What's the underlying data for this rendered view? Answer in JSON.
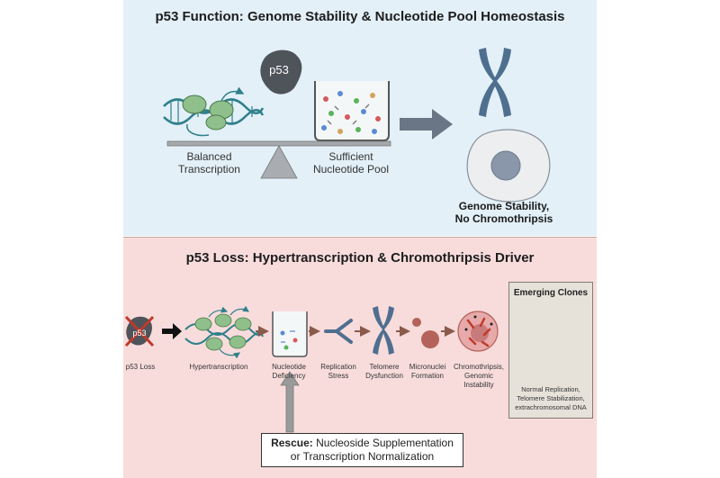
{
  "top": {
    "title": "p53 Function: Genome Stability & Nucleotide Pool Homeostasis",
    "p53_label": "p53",
    "left_label": [
      "Balanced",
      "Transcription"
    ],
    "right_label": [
      "Sufficient",
      "Nucleotide Pool"
    ],
    "outcome_label": [
      "Genome Stability,",
      "No Chromothripsis"
    ]
  },
  "bottom": {
    "title": "p53 Loss: Hypertranscription & Chromothripsis Driver",
    "p53_label": "p53",
    "steps": {
      "p53_loss": [
        "p53 Loss"
      ],
      "hypertranscription": [
        "Hypertranscription"
      ],
      "nucleotide_deficiency": [
        "Nucleotide",
        "Deficiency"
      ],
      "replication_stress": [
        "Replication",
        "Stress"
      ],
      "telomere_dysfunction": [
        "Telomere",
        "Dysfunction"
      ],
      "micronuclei_formation": [
        "Micronuclei",
        "Formation"
      ],
      "chromothripsis": [
        "Chromothripsis,",
        "Genomic",
        "Instability"
      ]
    },
    "clones": {
      "title": "Emerging Clones",
      "caption": [
        "Normal Replication,",
        "Telomere Stabilization,",
        "extrachromosomal DNA"
      ]
    },
    "rescue": {
      "bold": "Rescue:",
      "line1": "Nucleoside Supplementation",
      "line2": "or Transcription Normalization"
    }
  },
  "colors": {
    "top_bg": "#e3f0f8",
    "bottom_bg": "#f8dcdc",
    "p53_protein": "#4f535a",
    "polymerase": "#8fbf8a",
    "dna_teal": "#2f7f8a",
    "chromosome": "#4f6f8f",
    "arrow_gray": "#6a7585",
    "arrow_brown": "#8a5a4a",
    "loss_cross": "#c0392b",
    "micronucleus": "#b4625a"
  }
}
